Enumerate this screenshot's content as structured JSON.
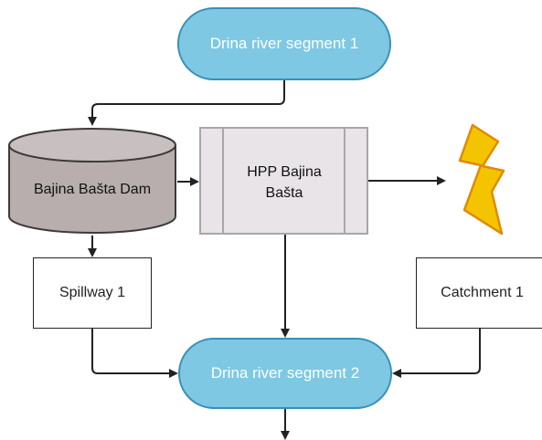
{
  "colors": {
    "river_fill": "#7ec8e3",
    "river_stroke": "#3a8fb7",
    "dam_fill": "#b8aeae",
    "hpp_fill": "#e8e4e8",
    "bolt_fill": "#f5c400",
    "bolt_stroke": "#e08a00"
  },
  "nodes": {
    "river_segment_1": "Drina river segment 1",
    "dam": "Bajina Bašta Dam",
    "hpp": "HPP Bajina Bašta",
    "spillway": "Spillway 1",
    "catchment": "Catchment 1",
    "river_segment_2": "Drina river segment 2"
  },
  "icons": {
    "power_output": "lightning-bolt-icon"
  }
}
